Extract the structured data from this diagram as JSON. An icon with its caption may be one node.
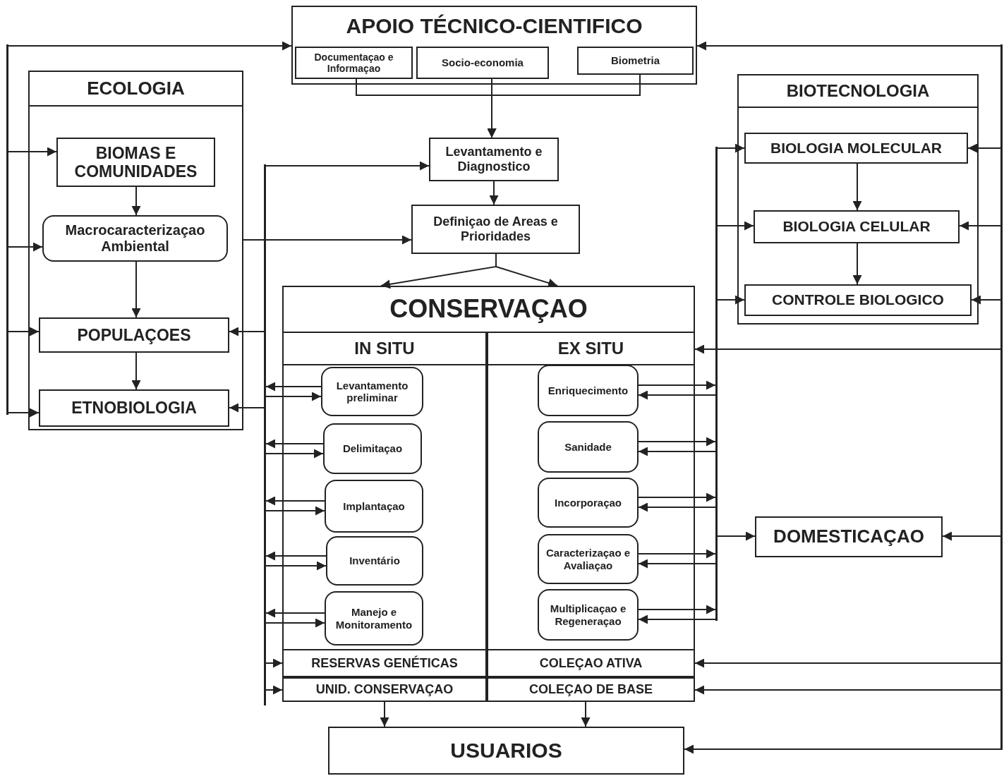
{
  "diagram": {
    "nodes": [
      {
        "text": [
          "APOIO TÉCNICO-CIENTIFICO"
        ]
      },
      {
        "text": [
          "Documentaçao e Informaçao"
        ],
        "in": 0
      },
      {
        "text": [
          "Socio-economia"
        ],
        "in": 0
      },
      {
        "text": [
          "Biometria"
        ],
        "in": 0
      },
      {
        "text": [
          "ECOLOGIA"
        ]
      },
      {
        "text": [
          "BIOMAS E COMUNIDADES"
        ],
        "in": 4
      },
      {
        "text": [
          "Macrocaracterizaçao Ambiental"
        ],
        "in": 4
      },
      {
        "text": [
          "POPULAÇOES"
        ],
        "in": 4
      },
      {
        "text": [
          "ETNOBIOLOGIA"
        ],
        "in": 4
      },
      {
        "text": [
          "Levantamento e Diagnostico"
        ]
      },
      {
        "text": [
          "Definiçao de Areas e Prioridades"
        ]
      },
      {
        "text": [
          "BIOTECNOLOGIA"
        ]
      },
      {
        "text": [
          "BIOLOGIA MOLECULAR"
        ],
        "in": 11
      },
      {
        "text": [
          "BIOLOGIA CELULAR"
        ],
        "in": 11
      },
      {
        "text": [
          "CONTROLE BIOLOGICO"
        ],
        "in": 11
      },
      {
        "text": [
          "CONSERVAÇAO"
        ]
      },
      {
        "text": [
          "IN SITU"
        ],
        "in": 15
      },
      {
        "text": [
          "Levantamento preliminar"
        ],
        "in": 16
      },
      {
        "text": [
          "Delimitaçao"
        ],
        "in": 16
      },
      {
        "text": [
          "Implantaçao"
        ],
        "in": 16
      },
      {
        "text": [
          "Inventário"
        ],
        "in": 16
      },
      {
        "text": [
          "Manejo e Monitoramento"
        ],
        "in": 16
      },
      {
        "text": [
          "RESERVAS GENÉTICAS"
        ],
        "in": 16
      },
      {
        "text": [
          "UNID. CONSERVAÇAO"
        ],
        "in": 16
      },
      {
        "text": [
          "EX SITU"
        ],
        "in": 15
      },
      {
        "text": [
          "Enriquecimento"
        ],
        "in": 24
      },
      {
        "text": [
          "Sanidade"
        ],
        "in": 24
      },
      {
        "text": [
          "Incorporaçao"
        ],
        "in": 24
      },
      {
        "text": [
          "Caracterizaçao e Avaliaçao"
        ],
        "in": 24
      },
      {
        "text": [
          "Multiplicaçao e Regeneraçao"
        ],
        "in": 24
      },
      {
        "text": [
          "COLEÇAO ATIVA"
        ],
        "in": 24
      },
      {
        "text": [
          "COLEÇAO DE BASE"
        ],
        "in": 24
      },
      {
        "text": [
          "DOMESTICAÇAO"
        ]
      },
      {
        "text": [
          "USUARIOS"
        ]
      },
      {
        "text": [],
        "shape": "bar"
      },
      {
        "text": [],
        "shape": "bar"
      },
      {
        "text": [],
        "shape": "bar"
      },
      {
        "text": [],
        "shape": "bar"
      }
    ],
    "edges": [
      {
        "from": 34,
        "to": 0,
        "arrow": "to"
      },
      {
        "from": 34,
        "to": 5,
        "arrow": "to"
      },
      {
        "from": 34,
        "to": 6,
        "arrow": "to"
      },
      {
        "from": 34,
        "to": 7,
        "arrow": "to"
      },
      {
        "from": 34,
        "to": 8,
        "arrow": "to"
      },
      {
        "from": 1,
        "to": 9,
        "arrow": "to"
      },
      {
        "from": 2,
        "to": 9,
        "arrow": "to"
      },
      {
        "from": 3,
        "to": 9,
        "arrow": "to"
      },
      {
        "from": 9,
        "to": 10,
        "arrow": "to"
      },
      {
        "from": 10,
        "to": 15,
        "arrow": "to"
      },
      {
        "from": 10,
        "to": 15,
        "arrow": "to"
      },
      {
        "from": 5,
        "to": 6,
        "arrow": "to"
      },
      {
        "from": 6,
        "to": 7,
        "arrow": "to"
      },
      {
        "from": 7,
        "to": 8,
        "arrow": "to"
      },
      {
        "from": 4,
        "to": 10,
        "arrow": "to"
      },
      {
        "from": 35,
        "to": 9,
        "arrow": "to"
      },
      {
        "from": 35,
        "to": 7,
        "arrow": "to"
      },
      {
        "from": 35,
        "to": 8,
        "arrow": "to"
      },
      {
        "from": 17,
        "to": 35,
        "arrow": "to"
      },
      {
        "from": 18,
        "to": 35,
        "arrow": "to"
      },
      {
        "from": 19,
        "to": 35,
        "arrow": "to"
      },
      {
        "from": 20,
        "to": 35,
        "arrow": "to"
      },
      {
        "from": 21,
        "to": 35,
        "arrow": "to"
      },
      {
        "from": 35,
        "to": 17,
        "arrow": "to"
      },
      {
        "from": 35,
        "to": 18,
        "arrow": "to"
      },
      {
        "from": 35,
        "to": 19,
        "arrow": "to"
      },
      {
        "from": 35,
        "to": 20,
        "arrow": "to"
      },
      {
        "from": 35,
        "to": 21,
        "arrow": "to"
      },
      {
        "from": 35,
        "to": 22,
        "arrow": "to"
      },
      {
        "from": 35,
        "to": 23,
        "arrow": "to"
      },
      {
        "from": 12,
        "to": 13,
        "arrow": "to"
      },
      {
        "from": 13,
        "to": 14,
        "arrow": "to"
      },
      {
        "from": 25,
        "to": 36,
        "arrow": "to"
      },
      {
        "from": 26,
        "to": 36,
        "arrow": "to"
      },
      {
        "from": 27,
        "to": 36,
        "arrow": "to"
      },
      {
        "from": 28,
        "to": 36,
        "arrow": "to"
      },
      {
        "from": 29,
        "to": 36,
        "arrow": "to"
      },
      {
        "from": 36,
        "to": 25,
        "arrow": "to"
      },
      {
        "from": 36,
        "to": 26,
        "arrow": "to"
      },
      {
        "from": 36,
        "to": 27,
        "arrow": "to"
      },
      {
        "from": 36,
        "to": 28,
        "arrow": "to"
      },
      {
        "from": 36,
        "to": 29,
        "arrow": "to"
      },
      {
        "from": 36,
        "to": 12,
        "arrow": "to"
      },
      {
        "from": 36,
        "to": 13,
        "arrow": "to"
      },
      {
        "from": 36,
        "to": 14,
        "arrow": "to"
      },
      {
        "from": 36,
        "to": 32,
        "arrow": "to"
      },
      {
        "from": 37,
        "to": 0,
        "arrow": "to"
      },
      {
        "from": 37,
        "to": 12,
        "arrow": "to"
      },
      {
        "from": 37,
        "to": 13,
        "arrow": "to"
      },
      {
        "from": 37,
        "to": 14,
        "arrow": "to"
      },
      {
        "from": 37,
        "to": 24,
        "arrow": "to"
      },
      {
        "from": 37,
        "to": 32,
        "arrow": "to"
      },
      {
        "from": 37,
        "to": 30,
        "arrow": "to"
      },
      {
        "from": 37,
        "to": 31,
        "arrow": "to"
      },
      {
        "from": 37,
        "to": 33,
        "arrow": "to"
      },
      {
        "from": 23,
        "to": 33,
        "arrow": "to"
      },
      {
        "from": 31,
        "to": 33,
        "arrow": "to"
      }
    ]
  }
}
